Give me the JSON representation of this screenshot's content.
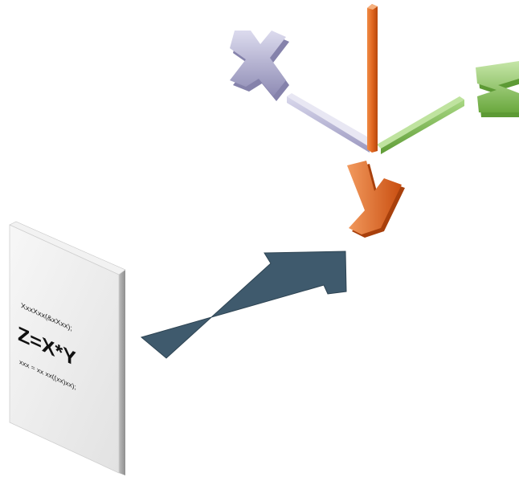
{
  "axes": {
    "x_label": "x",
    "y_label": "y",
    "z_label": "z",
    "colors": {
      "x": "#b4b2d4",
      "y": "#e2621c",
      "z": "#8fc95f"
    }
  },
  "document": {
    "line1": "XxxXxx(&xXxx);",
    "formula": "Z=X*Y",
    "line3": "xxx = xx xx((xx)xx);",
    "colors": {
      "face": "#ececec",
      "edge": "#a9a9a9"
    }
  },
  "arrow": {
    "color": "#3f5a6d"
  }
}
